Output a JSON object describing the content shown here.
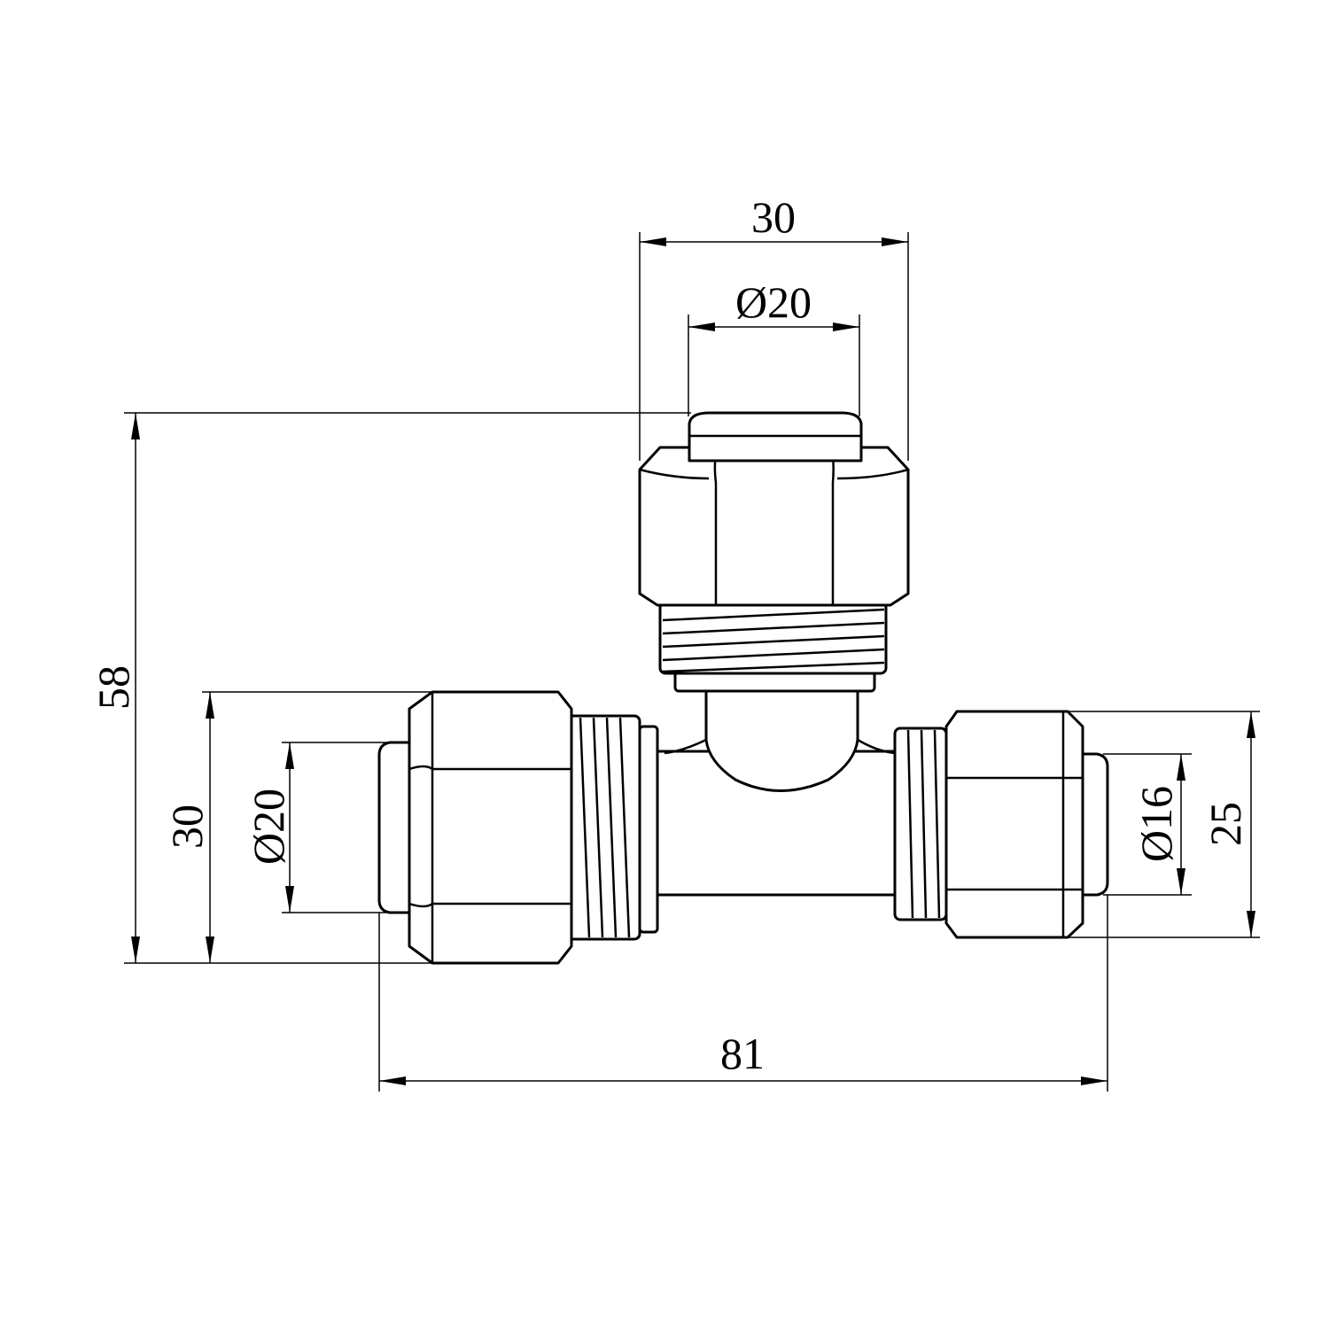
{
  "drawing": {
    "title": "Compression tee fitting",
    "dimensions": {
      "top_nut_width": "30",
      "top_pipe_diameter": "Ø20",
      "overall_height": "58",
      "left_nut_width": "30",
      "left_pipe_diameter": "Ø20",
      "right_pipe_diameter": "Ø16",
      "right_nut_width": "25",
      "overall_length": "81"
    },
    "colors": {
      "line": "#000000",
      "background": "#ffffff"
    }
  }
}
